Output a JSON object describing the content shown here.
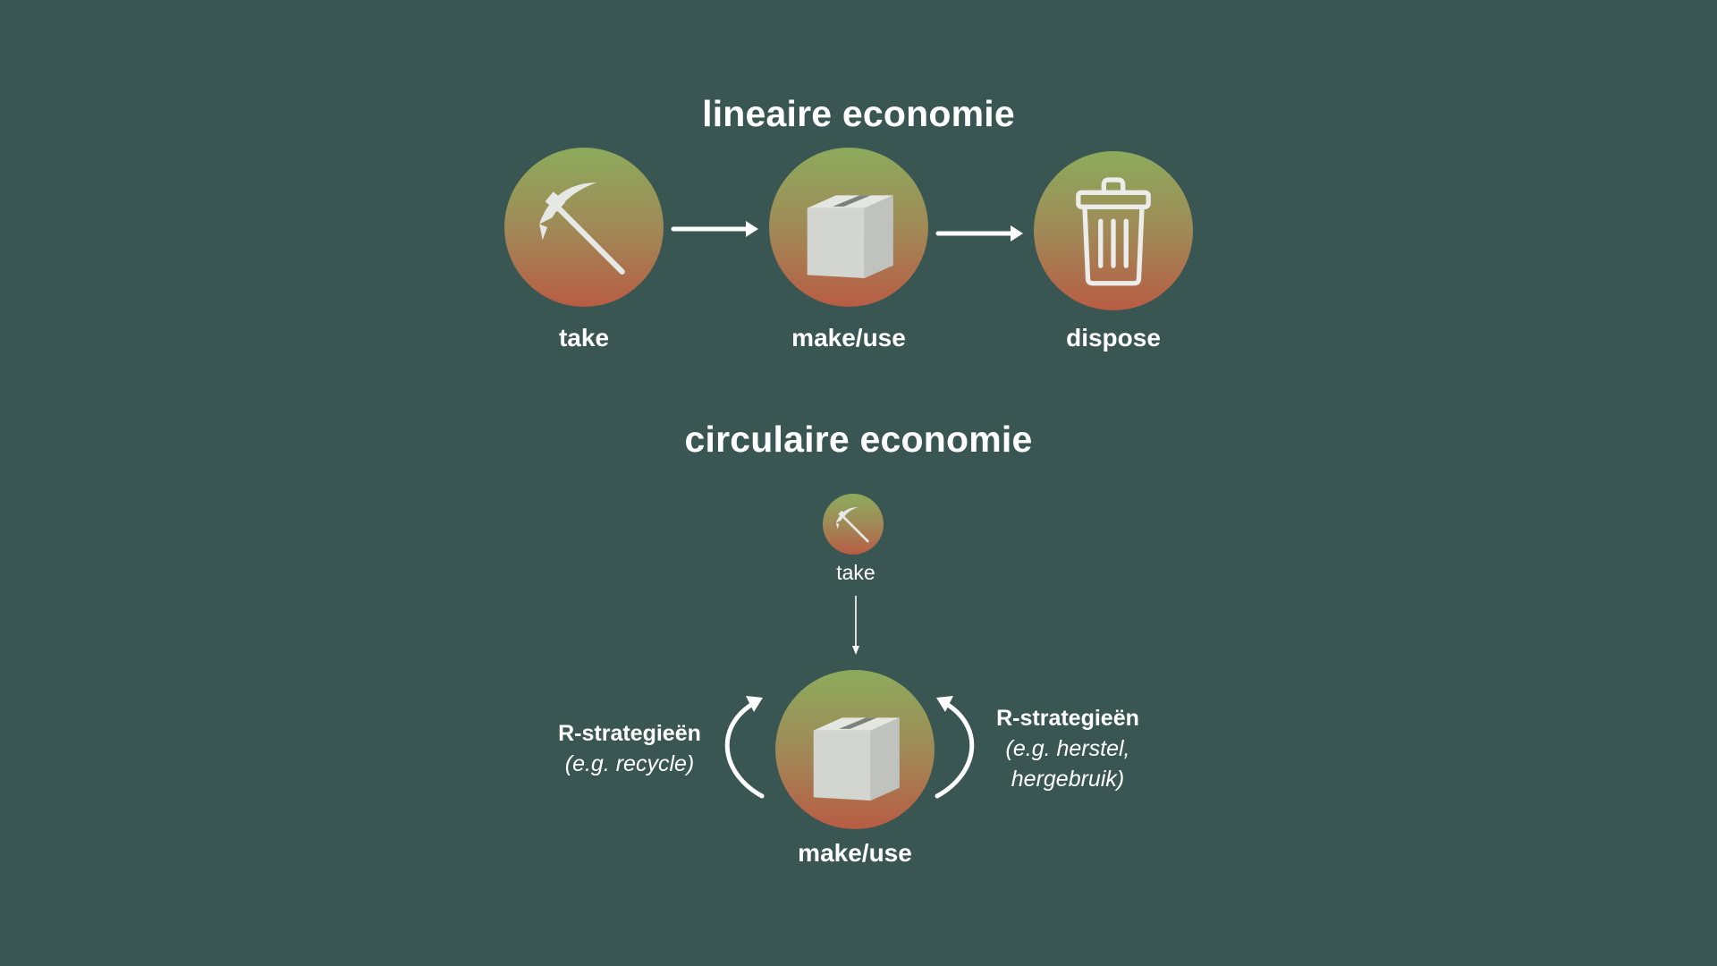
{
  "linear": {
    "title": "lineaire economie",
    "steps": [
      {
        "label": "take",
        "icon": "pickaxe-icon"
      },
      {
        "label": "make/use",
        "icon": "box-icon"
      },
      {
        "label": "dispose",
        "icon": "trash-can-icon"
      }
    ]
  },
  "circular": {
    "title": "circulaire economie",
    "take_label": "take",
    "make_use_label": "make/use",
    "left_strategy": {
      "title": "R-strategieën",
      "note": "(e.g. recycle)"
    },
    "right_strategy": {
      "title": "R-strategieën",
      "note_line1": "(e.g. herstel,",
      "note_line2": "hergebruik)"
    }
  },
  "colors": {
    "background": "#3a5652",
    "node_top": "#8cab5c",
    "node_bottom": "#b85c44",
    "icon": "#d9dcd8",
    "text": "#ffffff"
  }
}
